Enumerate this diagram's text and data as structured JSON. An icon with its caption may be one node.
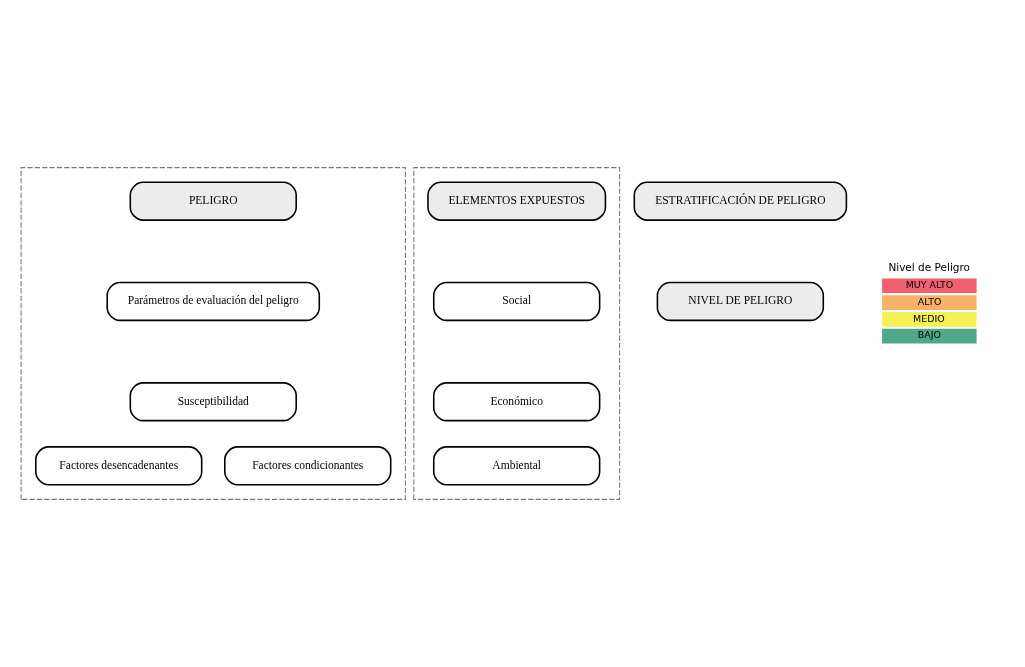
{
  "diagram": {
    "nodes": [
      {
        "text": [],
        "shape": "box"
      },
      {
        "text": [
          "PELIGRO"
        ],
        "in": 0
      },
      {
        "text": [
          "Parámetros de evaluación del peligro"
        ],
        "in": 0
      },
      {
        "text": [
          "Susceptibilidad"
        ],
        "in": 0
      },
      {
        "text": [
          "Factores desencadenantes"
        ],
        "in": 0
      },
      {
        "text": [
          "Factores condicionantes"
        ],
        "in": 0
      },
      {
        "text": [],
        "shape": "box"
      },
      {
        "text": [
          "ELEMENTOS EXPUESTOS"
        ],
        "in": 6
      },
      {
        "text": [
          "Social"
        ],
        "in": 6
      },
      {
        "text": [
          "Económico"
        ],
        "in": 6
      },
      {
        "text": [
          "Ambiental"
        ],
        "in": 6
      },
      {
        "text": [
          "ESTRATIFICACIÓN DE PELIGRO"
        ]
      },
      {
        "text": [
          "NIVEL DE PELIGRO"
        ]
      }
    ],
    "edges": [],
    "labels": [
      "Nivel de Peligro"
    ],
    "legend": [
      {
        "text": "MUY ALTO",
        "color": "#f0606e"
      },
      {
        "text": "ALTO",
        "color": "#f7b267"
      },
      {
        "text": "MEDIO",
        "color": "#f5f053"
      },
      {
        "text": "BAJO",
        "color": "#4fa88a"
      }
    ]
  }
}
